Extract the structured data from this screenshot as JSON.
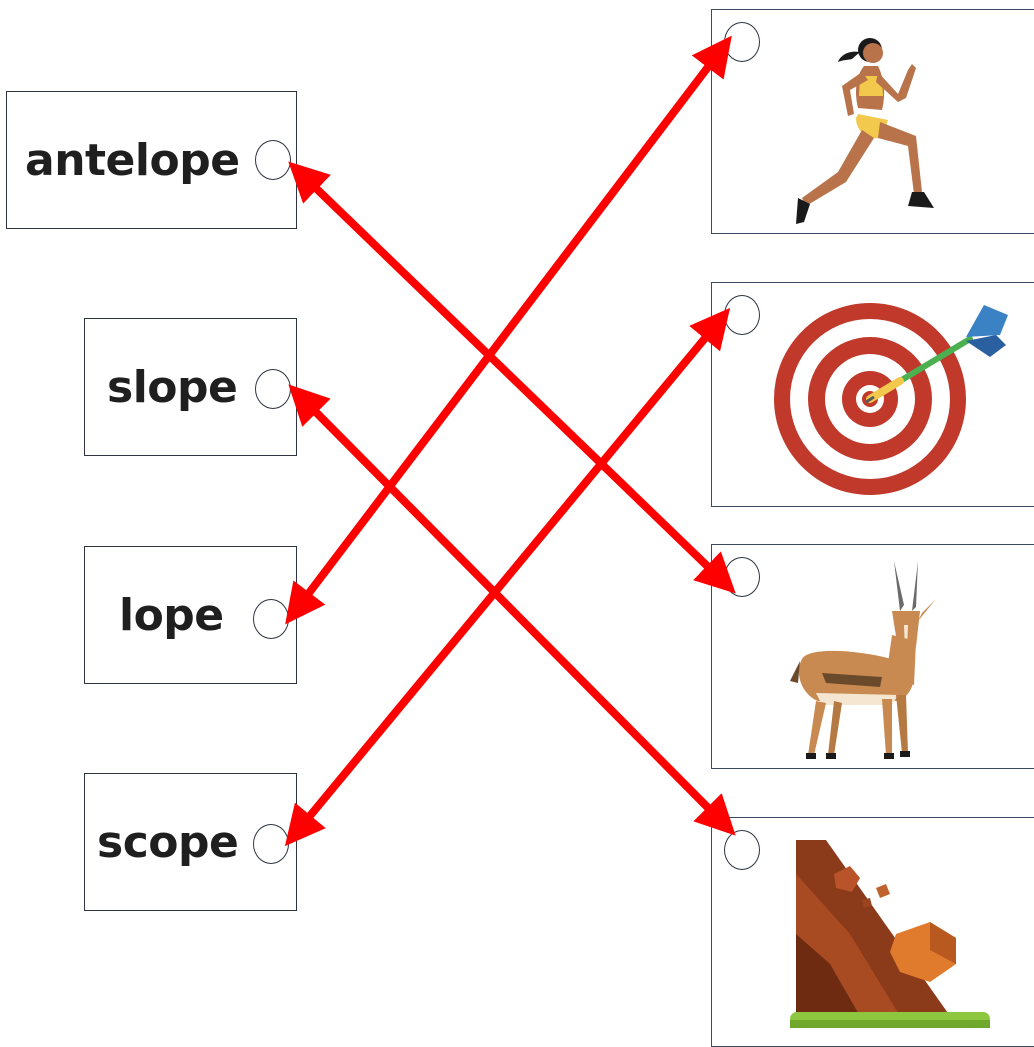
{
  "words": [
    {
      "id": "antelope",
      "label": "antelope"
    },
    {
      "id": "slope",
      "label": "slope"
    },
    {
      "id": "lope",
      "label": "lope"
    },
    {
      "id": "scope",
      "label": "scope"
    }
  ],
  "pictures": [
    {
      "id": "runner",
      "icon": "runner-icon"
    },
    {
      "id": "target",
      "icon": "target-icon"
    },
    {
      "id": "antelope",
      "icon": "antelope-icon"
    },
    {
      "id": "landslide",
      "icon": "landslide-icon"
    }
  ],
  "matches": [
    {
      "word": "antelope",
      "picture": "antelope"
    },
    {
      "word": "slope",
      "picture": "landslide"
    },
    {
      "word": "lope",
      "picture": "runner"
    },
    {
      "word": "scope",
      "picture": "target"
    }
  ],
  "colors": {
    "arrow": "#ff0000",
    "border": "#2e3440"
  }
}
